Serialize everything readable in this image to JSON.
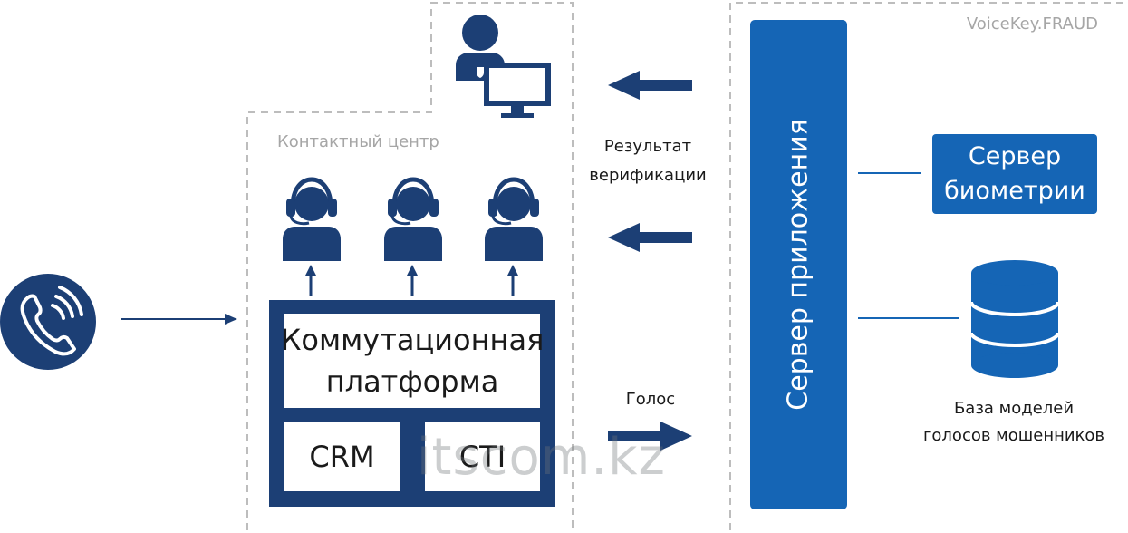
{
  "product_label": "VoiceKey.FRAUD",
  "contact_center": {
    "label": "Контактный центр",
    "platform_title_line1": "Коммутационная",
    "platform_title_line2": "платформа",
    "crm_label": "CRM",
    "cti_label": "CTI"
  },
  "flows": {
    "result_line1": "Результат",
    "result_line2": "верификации",
    "voice_label": "Голос"
  },
  "app_server_label": "Сервер приложения",
  "biometrics_server": {
    "line1": "Сервер",
    "line2": "биометрии"
  },
  "database": {
    "line1": "База моделей",
    "line2": "голосов мошенников"
  },
  "watermark": "itscom.kz",
  "icons": {
    "phone": "phone-icon",
    "operator": "operator-icon",
    "supervisor": "supervisor-icon",
    "database": "database-icon"
  },
  "colors": {
    "navy": "#1c3f75",
    "blue": "#1565b5",
    "dash": "#bdbdbd",
    "label_gray": "#a6a6a6"
  }
}
